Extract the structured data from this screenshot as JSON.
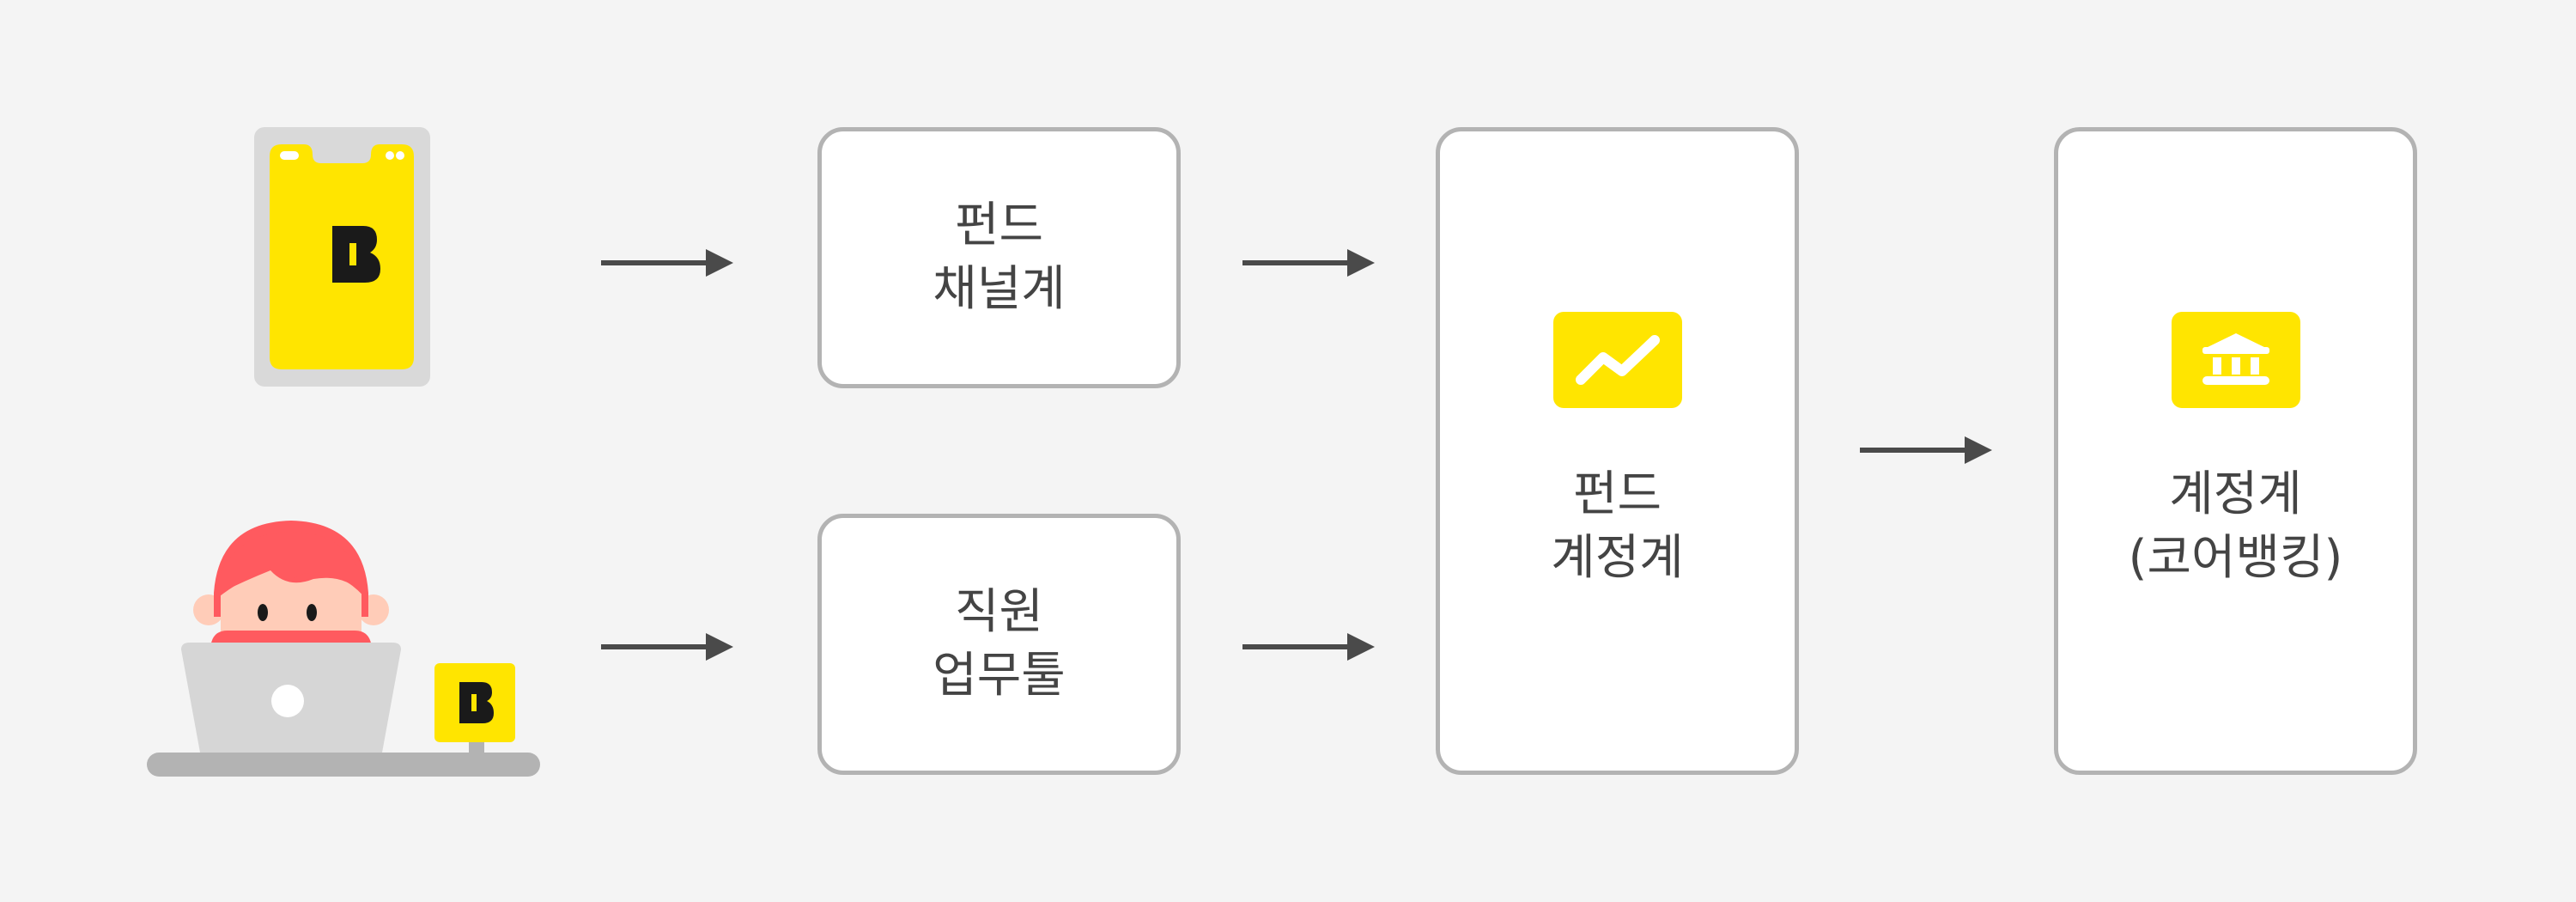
{
  "channel_box": {
    "line1": "펀드",
    "line2": "채널계"
  },
  "staff_box": {
    "line1": "직원",
    "line2": "업무툴"
  },
  "fund_account_box": {
    "line1": "펀드",
    "line2": "계정계",
    "icon": "chart-trend-icon"
  },
  "core_banking_box": {
    "line1": "계정계",
    "line2": "(코어뱅킹)",
    "icon": "bank-icon"
  },
  "colors": {
    "brand_yellow": "#ffe500",
    "border": "#b3b3b3",
    "arrow": "#4a4a4a",
    "avatar_hair": "#ff5a5f"
  }
}
